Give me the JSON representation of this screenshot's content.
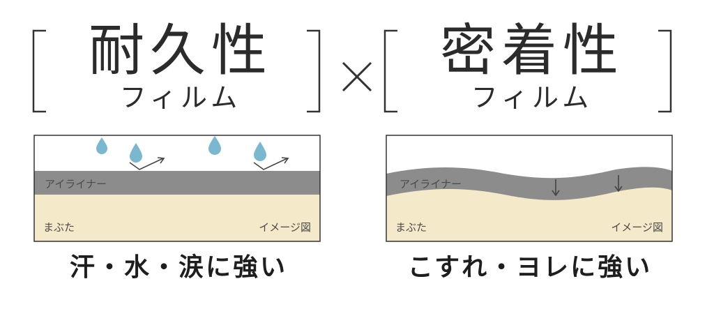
{
  "left": {
    "title": "耐久性",
    "subtitle": "フィルム",
    "layer_label": "アイライナー",
    "base_label": "まぶた",
    "note": "イメージ図",
    "caption": "汗・水・涙に強い"
  },
  "operator": "×",
  "right": {
    "title": "密着性",
    "subtitle": "フィルム",
    "layer_label": "アイライナー",
    "base_label": "まぶた",
    "note": "イメージ図",
    "caption": "こすれ・ヨレに強い"
  },
  "colors": {
    "drop": "#7ab8d0",
    "liner": "#8c8c8c",
    "eyelid": "#f4e9c9",
    "frame": "#333333",
    "arrow": "#444444"
  }
}
